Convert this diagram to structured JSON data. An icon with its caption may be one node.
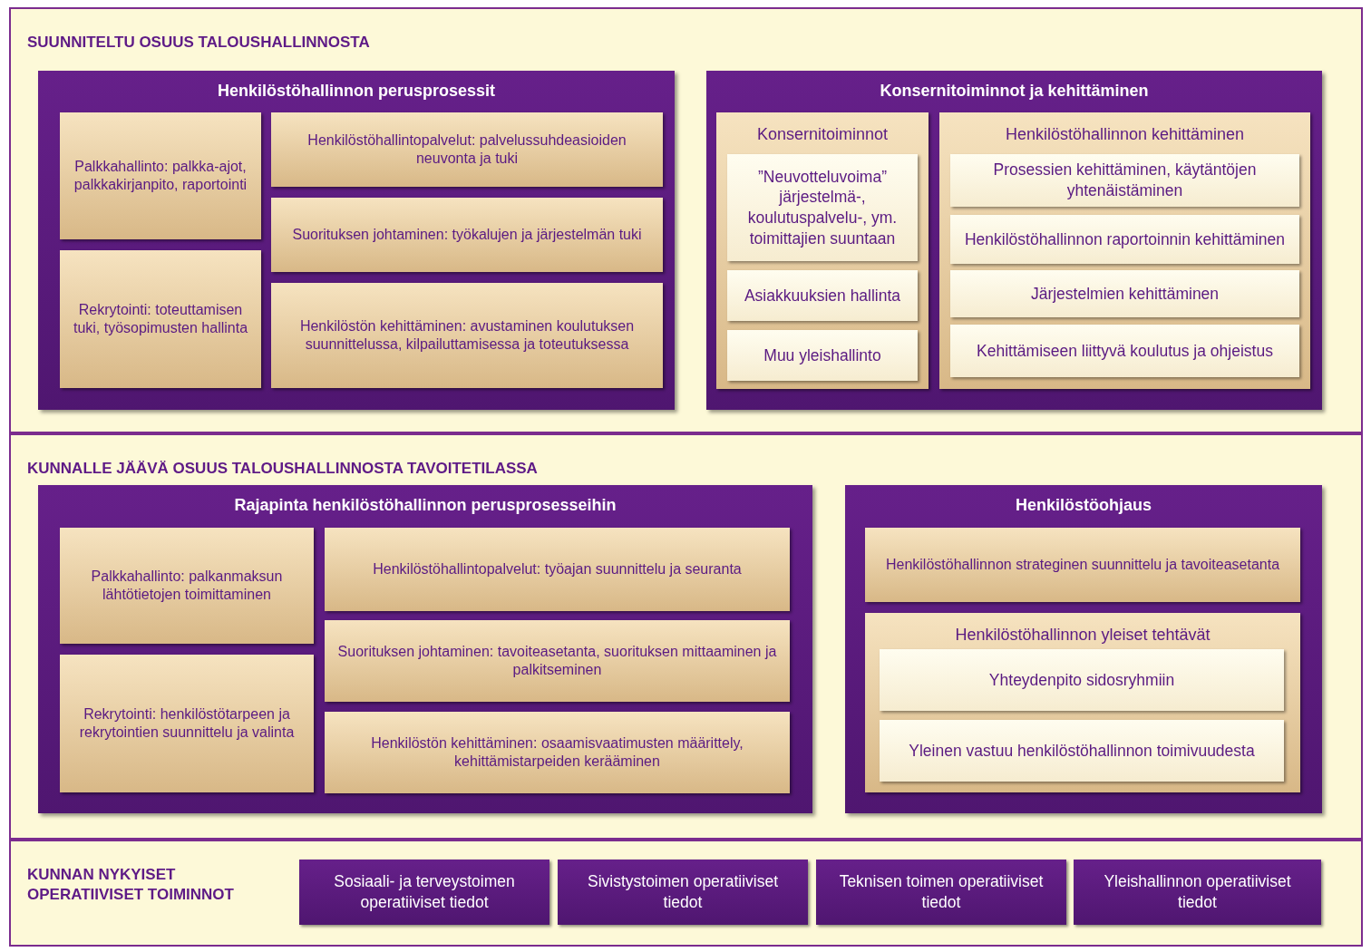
{
  "diagram": {
    "nodes": [
      {
        "text": [
          "SUUNNITELTU OSUUS TALOUSHALLINNOSTA"
        ]
      },
      {
        "text": [
          "Henkilöstöhallinnon perusprosessit"
        ],
        "in": 0
      },
      {
        "text": [
          "Palkkahallinto: palkka-ajot, palkkakirjanpito, raportointi"
        ],
        "in": 1
      },
      {
        "text": [
          "Henkilöstöhallintopalvelut: palvelussuhdeasioiden neuvonta ja tuki"
        ],
        "in": 1
      },
      {
        "text": [
          "Suorituksen johtaminen: työkalujen ja järjestelmän tuki"
        ],
        "in": 1
      },
      {
        "text": [
          "Rekrytointi: toteuttamisen tuki, työsopimusten hallinta"
        ],
        "in": 1
      },
      {
        "text": [
          "Henkilöstön kehittäminen: avustaminen koulutuksen suunnittelussa, kilpailuttamisessa ja toteutuksessa"
        ],
        "in": 1
      },
      {
        "text": [
          "Konsernitoiminnot ja kehittäminen"
        ],
        "in": 0
      },
      {
        "text": [
          "Konsernitoiminnot"
        ],
        "in": 7
      },
      {
        "text": [
          "”Neuvotteluvoima” järjestelmä-, koulutuspalvelu-, ym. toimittajien suuntaan"
        ],
        "in": 8
      },
      {
        "text": [
          "Asiakkuuksien hallinta"
        ],
        "in": 8
      },
      {
        "text": [
          "Muu yleishallinto"
        ],
        "in": 8
      },
      {
        "text": [
          "Henkilöstöhallinnon kehittäminen"
        ],
        "in": 7
      },
      {
        "text": [
          "Prosessien kehittäminen, käytäntöjen yhtenäistäminen"
        ],
        "in": 12
      },
      {
        "text": [
          "Henkilöstöhallinnon raportoinnin kehittäminen"
        ],
        "in": 12
      },
      {
        "text": [
          "Järjestelmien kehittäminen"
        ],
        "in": 12
      },
      {
        "text": [
          "Kehittämiseen liittyvä koulutus ja ohjeistus"
        ],
        "in": 12
      },
      {
        "text": [
          "KUNNALLE JÄÄVÄ OSUUS TALOUSHALLINNOSTA TAVOITETILASSA"
        ]
      },
      {
        "text": [
          "Rajapinta henkilöstöhallinnon perusprosesseihin"
        ],
        "in": 17
      },
      {
        "text": [
          "Palkkahallinto: palkanmaksun lähtötietojen toimittaminen"
        ],
        "in": 18
      },
      {
        "text": [
          "Henkilöstöhallintopalvelut: työajan suunnittelu ja seuranta"
        ],
        "in": 18
      },
      {
        "text": [
          "Suorituksen johtaminen: tavoiteasetanta, suorituksen mittaaminen ja palkitseminen"
        ],
        "in": 18
      },
      {
        "text": [
          "Rekrytointi: henkilöstötarpeen ja rekrytointien suunnittelu ja valinta"
        ],
        "in": 18
      },
      {
        "text": [
          "Henkilöstön kehittäminen: osaamisvaatimusten määrittely, kehittämistarpeiden kerääminen"
        ],
        "in": 18
      },
      {
        "text": [
          "Henkilöstöohjaus"
        ],
        "in": 17
      },
      {
        "text": [
          "Henkilöstöhallinnon strateginen suunnittelu ja tavoiteasetanta"
        ],
        "in": 24
      },
      {
        "text": [
          "Henkilöstöhallinnon yleiset tehtävät"
        ],
        "in": 24
      },
      {
        "text": [
          "Yhteydenpito sidosryhmiin"
        ],
        "in": 26
      },
      {
        "text": [
          "Yleinen vastuu henkilöstöhallinnon toimivuudesta"
        ],
        "in": 26
      },
      {
        "text": [
          "KUNNAN NYKYISET OPERATIIVISET TOIMINNOT"
        ]
      },
      {
        "text": [
          "Sosiaali- ja terveystoimen operatiiviset tiedot"
        ],
        "in": 29
      },
      {
        "text": [
          "Sivistystoimen operatiiviset tiedot"
        ],
        "in": 29
      },
      {
        "text": [
          "Teknisen toimen operatiiviset tiedot"
        ],
        "in": 29
      },
      {
        "text": [
          "Yleishallinnon operatiiviset tiedot"
        ],
        "in": 29
      }
    ]
  }
}
